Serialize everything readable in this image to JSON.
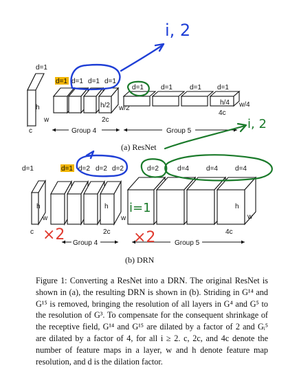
{
  "resnet": {
    "top_left_d": "d=1",
    "group4_blocks": [
      "d=1",
      "d=1",
      "d=1",
      "d=1"
    ],
    "group5_blocks": [
      "d=1",
      "d=1",
      "d=1",
      "d=1"
    ],
    "h": "h",
    "w": "w",
    "c": "c",
    "h2": "h/2",
    "w2": "w/2",
    "c2": "2c",
    "h4": "h/4",
    "w4": "w/4",
    "c4": "4c",
    "group4_label": "Group 4",
    "group5_label": "Group 5",
    "subcaption": "(a) ResNet"
  },
  "drn": {
    "first_d": "d=1",
    "group4_blocks": [
      "d=1",
      "d=2",
      "d=2",
      "d=2"
    ],
    "group5_blocks": [
      "d=2",
      "d=4",
      "d=4",
      "d=4"
    ],
    "h": "h",
    "w": "w",
    "c": "c",
    "c2": "2c",
    "c4": "4c",
    "group4_label": "Group 4",
    "group5_label": "Group 5",
    "subcaption": "(b) DRN"
  },
  "annotations": {
    "blue_note": "i, 2",
    "green_note": "i, 2",
    "green_i1": "i=1",
    "red_x2_left": "×2",
    "red_x2_right": "×2"
  },
  "caption": {
    "text": "Figure 1: Converting a ResNet into a DRN. The original ResNet is shown in (a), the resulting DRN is shown in (b). Striding in G¹⁴ and G¹⁵ is removed, bringing the resolution of all layers in G⁴ and G⁵ to the resolution of G³. To compensate for the consequent shrinkage of the receptive field, G¹⁴ and G¹⁵ are dilated by a factor of 2 and Gᵢ⁵ are dilated by a factor of 4, for all i ≥ 2. c, 2c, and 4c denote the number of feature maps in a layer, w and h denote feature map resolution, and d is the dilation factor."
  },
  "colors": {
    "highlight": "#f2b500",
    "ink_blue": "#1f3fd6",
    "ink_green": "#1a7a2a",
    "ink_red": "#e03a2e"
  }
}
